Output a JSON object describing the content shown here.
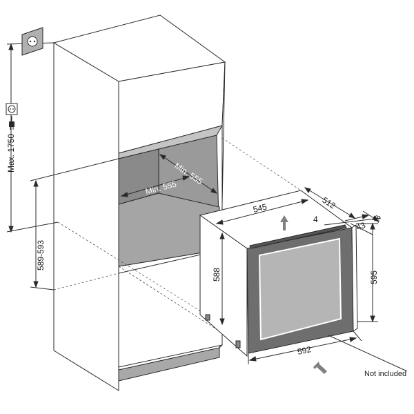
{
  "dimensions": {
    "max_height": "Max. 1750",
    "niche_height": "589-593",
    "niche_depth_min": "Min. 555",
    "niche_width_min": "Min. 555",
    "appliance_depth": "545",
    "overall_depth": "512",
    "door_gap": "4",
    "door_thickness": "43",
    "handle_offset": "18",
    "appliance_height_side": "588",
    "appliance_height_front": "595",
    "appliance_width": "592"
  },
  "labels": {
    "not_included": "Not included"
  },
  "icons": {
    "wall_socket": "wall-socket-icon",
    "plug": "power-plug-icon",
    "airflow_up": "airflow-up-arrow-icon",
    "airflow_in": "airflow-in-arrow-icon"
  },
  "colors": {
    "line": "#2a2a2a",
    "cabinet_shade": "#bdbdbd",
    "niche_shade": "#9a9a9a",
    "glass": "#b5b5b5",
    "frame": "#6e6e6e",
    "arrow": "#808080",
    "plinth": "#a8a8a8"
  }
}
